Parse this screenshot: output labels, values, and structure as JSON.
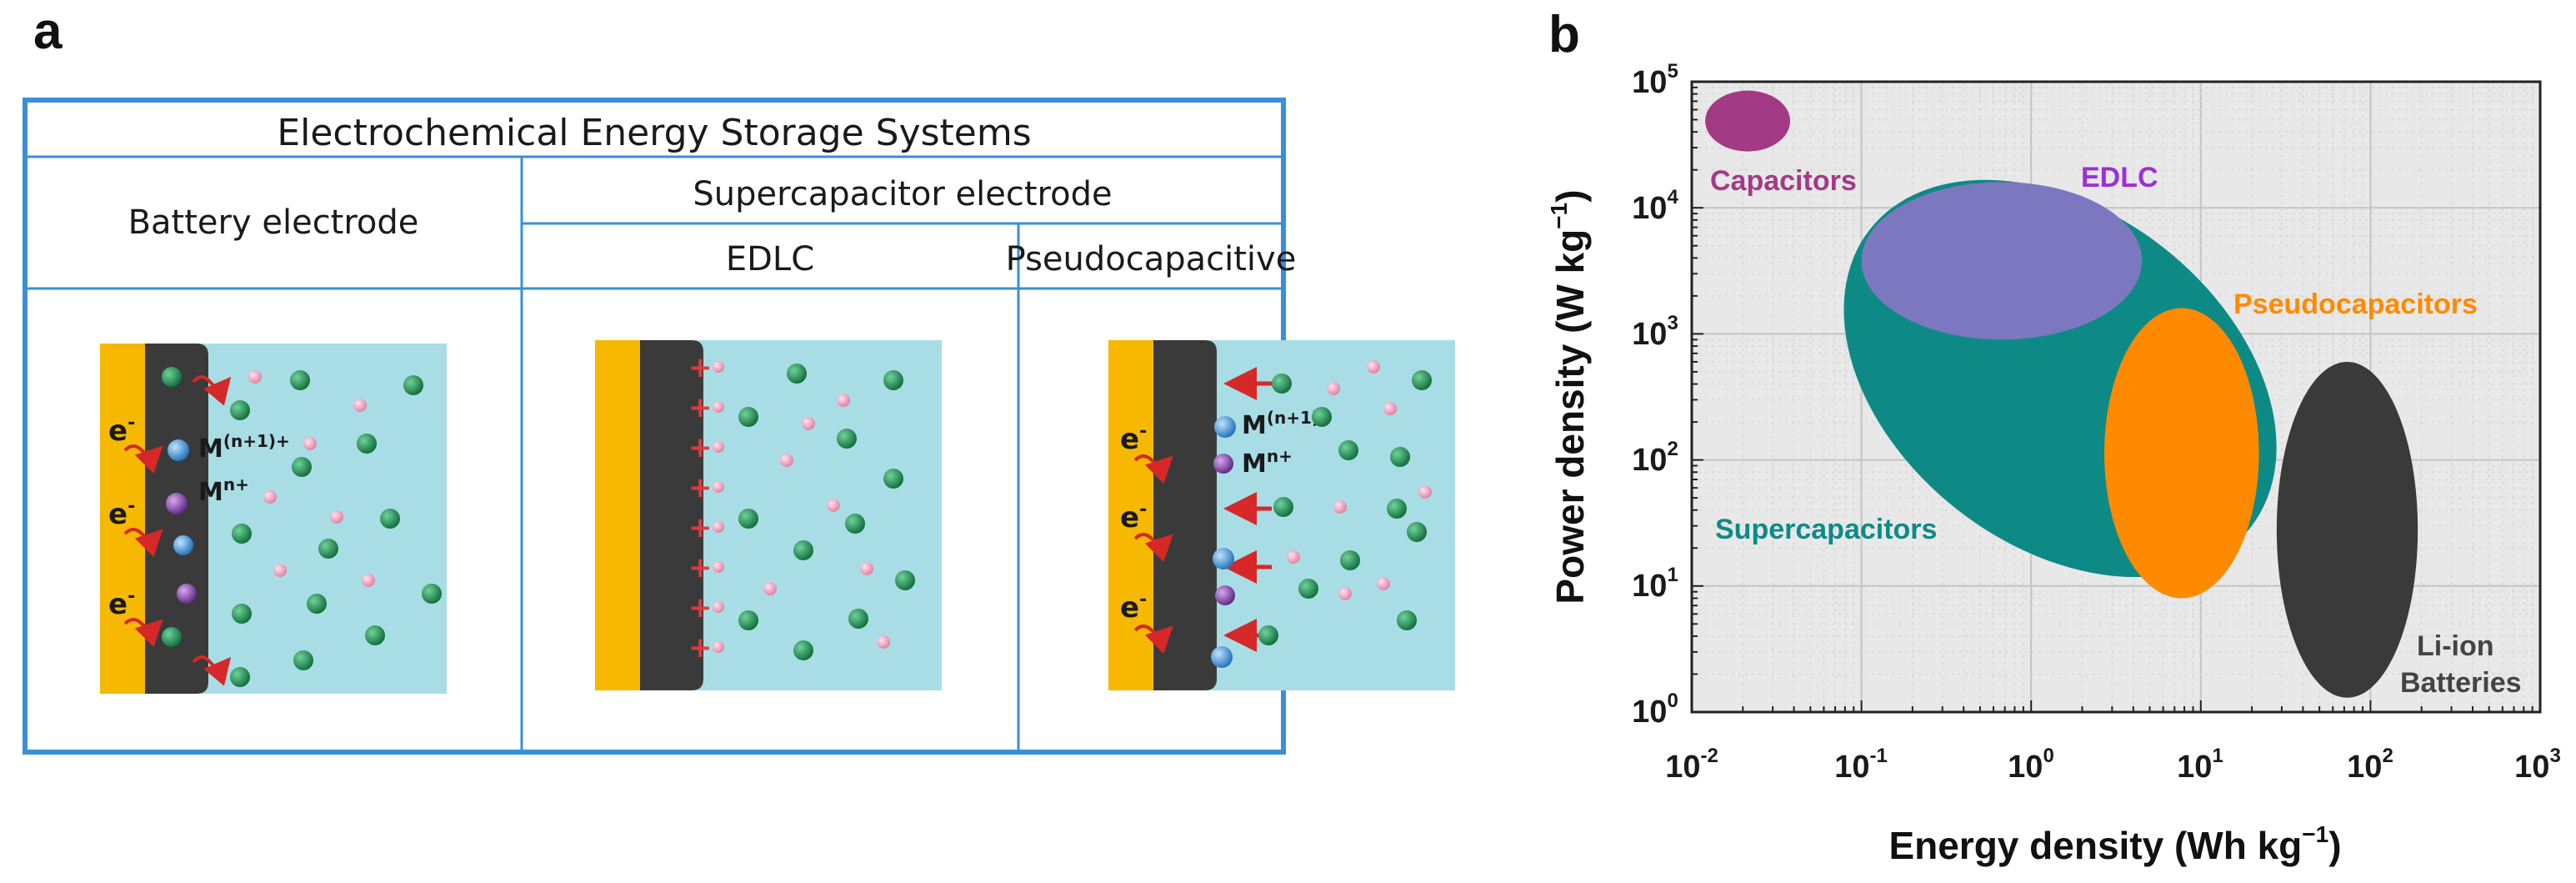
{
  "panel_a": {
    "letter": "a",
    "title": "Electrochemical Energy Storage Systems",
    "battery_header": "Battery electrode",
    "supercap_header": "Supercapacitor electrode",
    "edlc_header": "EDLC",
    "pseudo_header": "Pseudocapacitive",
    "electron_symbol": "e",
    "electron_superscript": "-",
    "ion_high_base": "M",
    "ion_high_charge": "(n+1)+",
    "ion_low_base": "M",
    "ion_low_charge": "n+",
    "plus_sign": "+",
    "colors": {
      "frame": "#3a8fd6",
      "current_collector": "#f6b800",
      "electrode": "#3a3a3a",
      "electrolyte": "#a8dde6",
      "cation": "#1f8a4e",
      "anion": "#f2a3c0",
      "ion_high": "#3a8fd6",
      "ion_low": "#7b3fa0",
      "arrow": "#d62828"
    }
  },
  "panel_b": {
    "letter": "b",
    "colors": {
      "plot_bg": "#e8e8e8",
      "capacitors": "#a33a86",
      "supercapacitors": "#0e8a86",
      "edlc": "#7b78c0",
      "pseudocapacitors": "#ff8a00",
      "batteries": "#3a3a3a",
      "edlc_label": "#9b30d6",
      "pseudo_label": "#ff8a00",
      "battery_label": "#444444"
    },
    "chart_data": {
      "type": "scatter",
      "xlabel_main": "Energy density (Wh kg",
      "xlabel_exp": "−1",
      "xlabel_close": ")",
      "ylabel_main": "Power density (W kg",
      "ylabel_exp": "−1",
      "ylabel_close": ")",
      "xscale": "log",
      "yscale": "log",
      "xlim": [
        0.01,
        1000
      ],
      "ylim": [
        1,
        100000
      ],
      "grid": true,
      "x_ticks": [
        {
          "base": "10",
          "exp": "-2"
        },
        {
          "base": "10",
          "exp": "-1"
        },
        {
          "base": "10",
          "exp": "0"
        },
        {
          "base": "10",
          "exp": "1"
        },
        {
          "base": "10",
          "exp": "2"
        },
        {
          "base": "10",
          "exp": "3"
        }
      ],
      "y_ticks": [
        {
          "base": "10",
          "exp": "0"
        },
        {
          "base": "10",
          "exp": "1"
        },
        {
          "base": "10",
          "exp": "2"
        },
        {
          "base": "10",
          "exp": "3"
        },
        {
          "base": "10",
          "exp": "4"
        },
        {
          "base": "10",
          "exp": "5"
        }
      ],
      "regions": [
        {
          "label": "Supercapacitors",
          "x_range": [
            0.1,
            22
          ],
          "y_range": [
            14,
            14000
          ]
        },
        {
          "label": "Capacitors",
          "x_range": [
            0.012,
            0.038
          ],
          "y_range": [
            28000,
            85000
          ]
        },
        {
          "label": "EDLC",
          "x_range": [
            0.1,
            4.5
          ],
          "y_range": [
            900,
            16000
          ]
        },
        {
          "label": "Pseudocapacitors",
          "x_range": [
            2.7,
            22
          ],
          "y_range": [
            8,
            1600
          ]
        },
        {
          "label_line1": "Li-ion",
          "label_line2": "Batteries",
          "x_range": [
            28,
            190
          ],
          "y_range": [
            1.3,
            600
          ]
        }
      ]
    }
  }
}
